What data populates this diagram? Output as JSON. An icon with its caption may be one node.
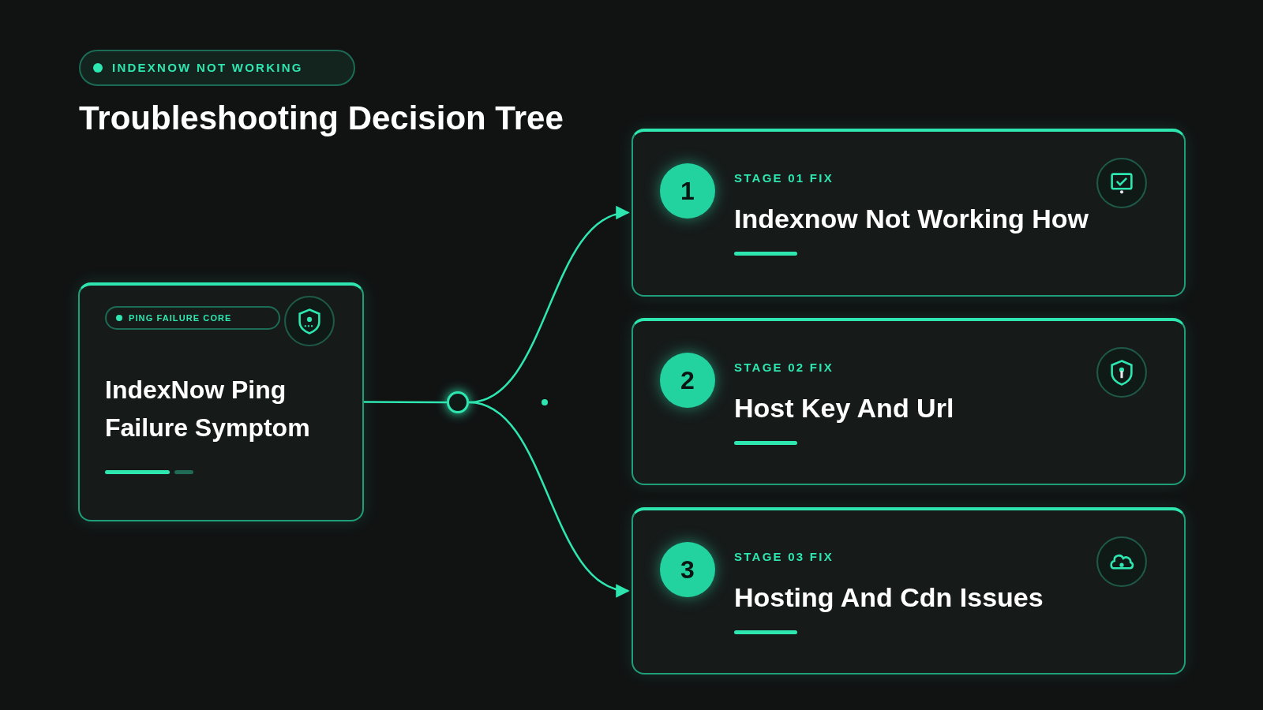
{
  "diagram": {
    "title": "Troubleshooting Decision Tree",
    "nodes": [
      {
        "text": [
          "INDEXNOW NOT WORKING"
        ]
      },
      {
        "text": [
          "PING FAILURE CORE",
          "IndexNow Ping Failure Symptom"
        ]
      },
      {
        "text": [],
        "shape": "circle"
      },
      {
        "text": [
          "1",
          "STAGE 01 FIX",
          "Indexnow Not Working How"
        ]
      },
      {
        "text": [
          "2",
          "STAGE 02 FIX",
          "Host Key And Url"
        ]
      },
      {
        "text": [
          "3",
          "STAGE 03 FIX",
          "Hosting And Cdn Issues"
        ]
      }
    ],
    "edges": [
      {
        "from": 1,
        "to": 2,
        "arrow": "none"
      },
      {
        "from": 2,
        "to": 3,
        "arrow": "to"
      },
      {
        "from": 2,
        "to": 5,
        "arrow": "to"
      }
    ]
  }
}
